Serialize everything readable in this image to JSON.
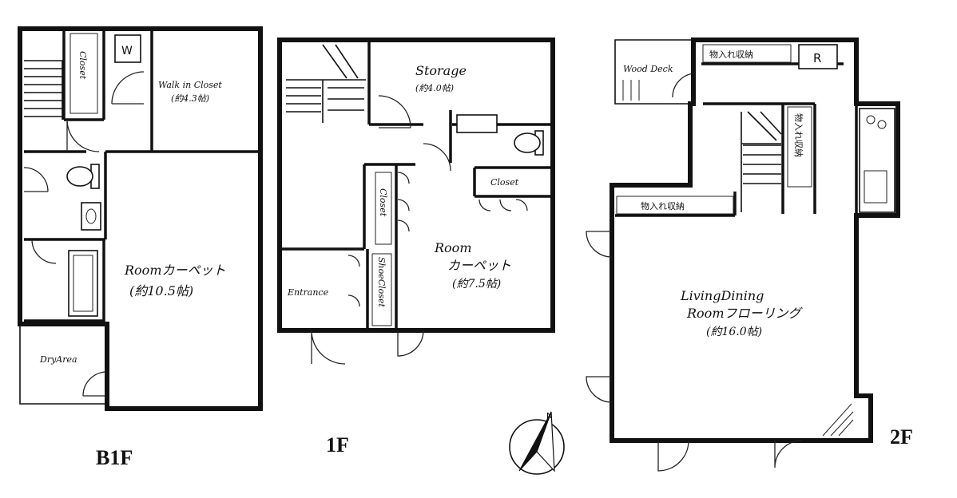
{
  "floors": {
    "b1f": {
      "label": "B1F",
      "rooms": {
        "walk_in_closet": "Walk in Closet",
        "walk_in_closet_size": "(約4.3帖)",
        "closet": "Closet",
        "washer": "W",
        "room": "Roomカーペット",
        "room_size": "(約10.5帖)",
        "dry_area": "DryArea"
      }
    },
    "f1": {
      "label": "1F",
      "rooms": {
        "storage": "Storage",
        "storage_size": "(約4.0帖)",
        "closet_a": "Closet",
        "closet_b": "Closet",
        "room_line1": "Room",
        "room_line2": "カーペット",
        "room_size": "(約7.5帖)",
        "entrance": "Entrance",
        "shoe_closet": "ShoeCloset"
      }
    },
    "f2": {
      "label": "2F",
      "rooms": {
        "wood_deck": "Wood Deck",
        "storage_top": "物入れ収納",
        "fridge": "R",
        "storage_side": "物入れ収納",
        "storage_left": "物入れ収納",
        "ldk_line1": "LivingDining",
        "ldk_line2": "Roomフローリング",
        "ldk_size": "(約16.0帖)"
      }
    }
  },
  "compass": {
    "north": "N"
  }
}
